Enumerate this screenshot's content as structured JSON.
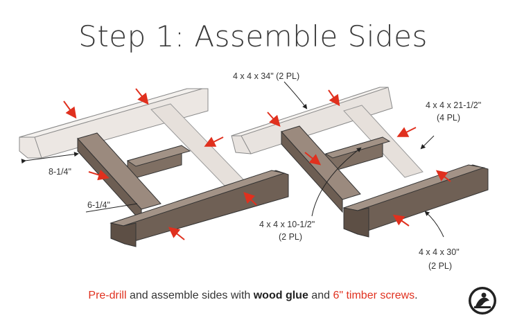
{
  "title": "Step 1: Assemble Sides",
  "labels": {
    "left_dim_top": "8-1/4\"",
    "left_dim_bottom": "6-1/4\"",
    "top_rail_line1": "4 x 4 x 34\" (2 PL)",
    "side_rail_line1": "4 x 4 x 21-1/2\"",
    "side_rail_line2": "(4 PL)",
    "stretcher_line1": "4 x 4 x 10-1/2\"",
    "stretcher_line2": "(2 PL)",
    "bottom_rail_line1": "4 x 4 x 30\"",
    "bottom_rail_line2": "(2 PL)"
  },
  "caption": {
    "part1": "Pre-drill",
    "part2": " and assemble sides with ",
    "part3": "wood glue",
    "part4": " and ",
    "part5": "6\" timber screws",
    "part6": "."
  },
  "colors": {
    "accent_red": "#e0301e",
    "wood_dark": "#7a6a5e",
    "wood_mid": "#968579",
    "ghost": "#e6e1dd"
  }
}
